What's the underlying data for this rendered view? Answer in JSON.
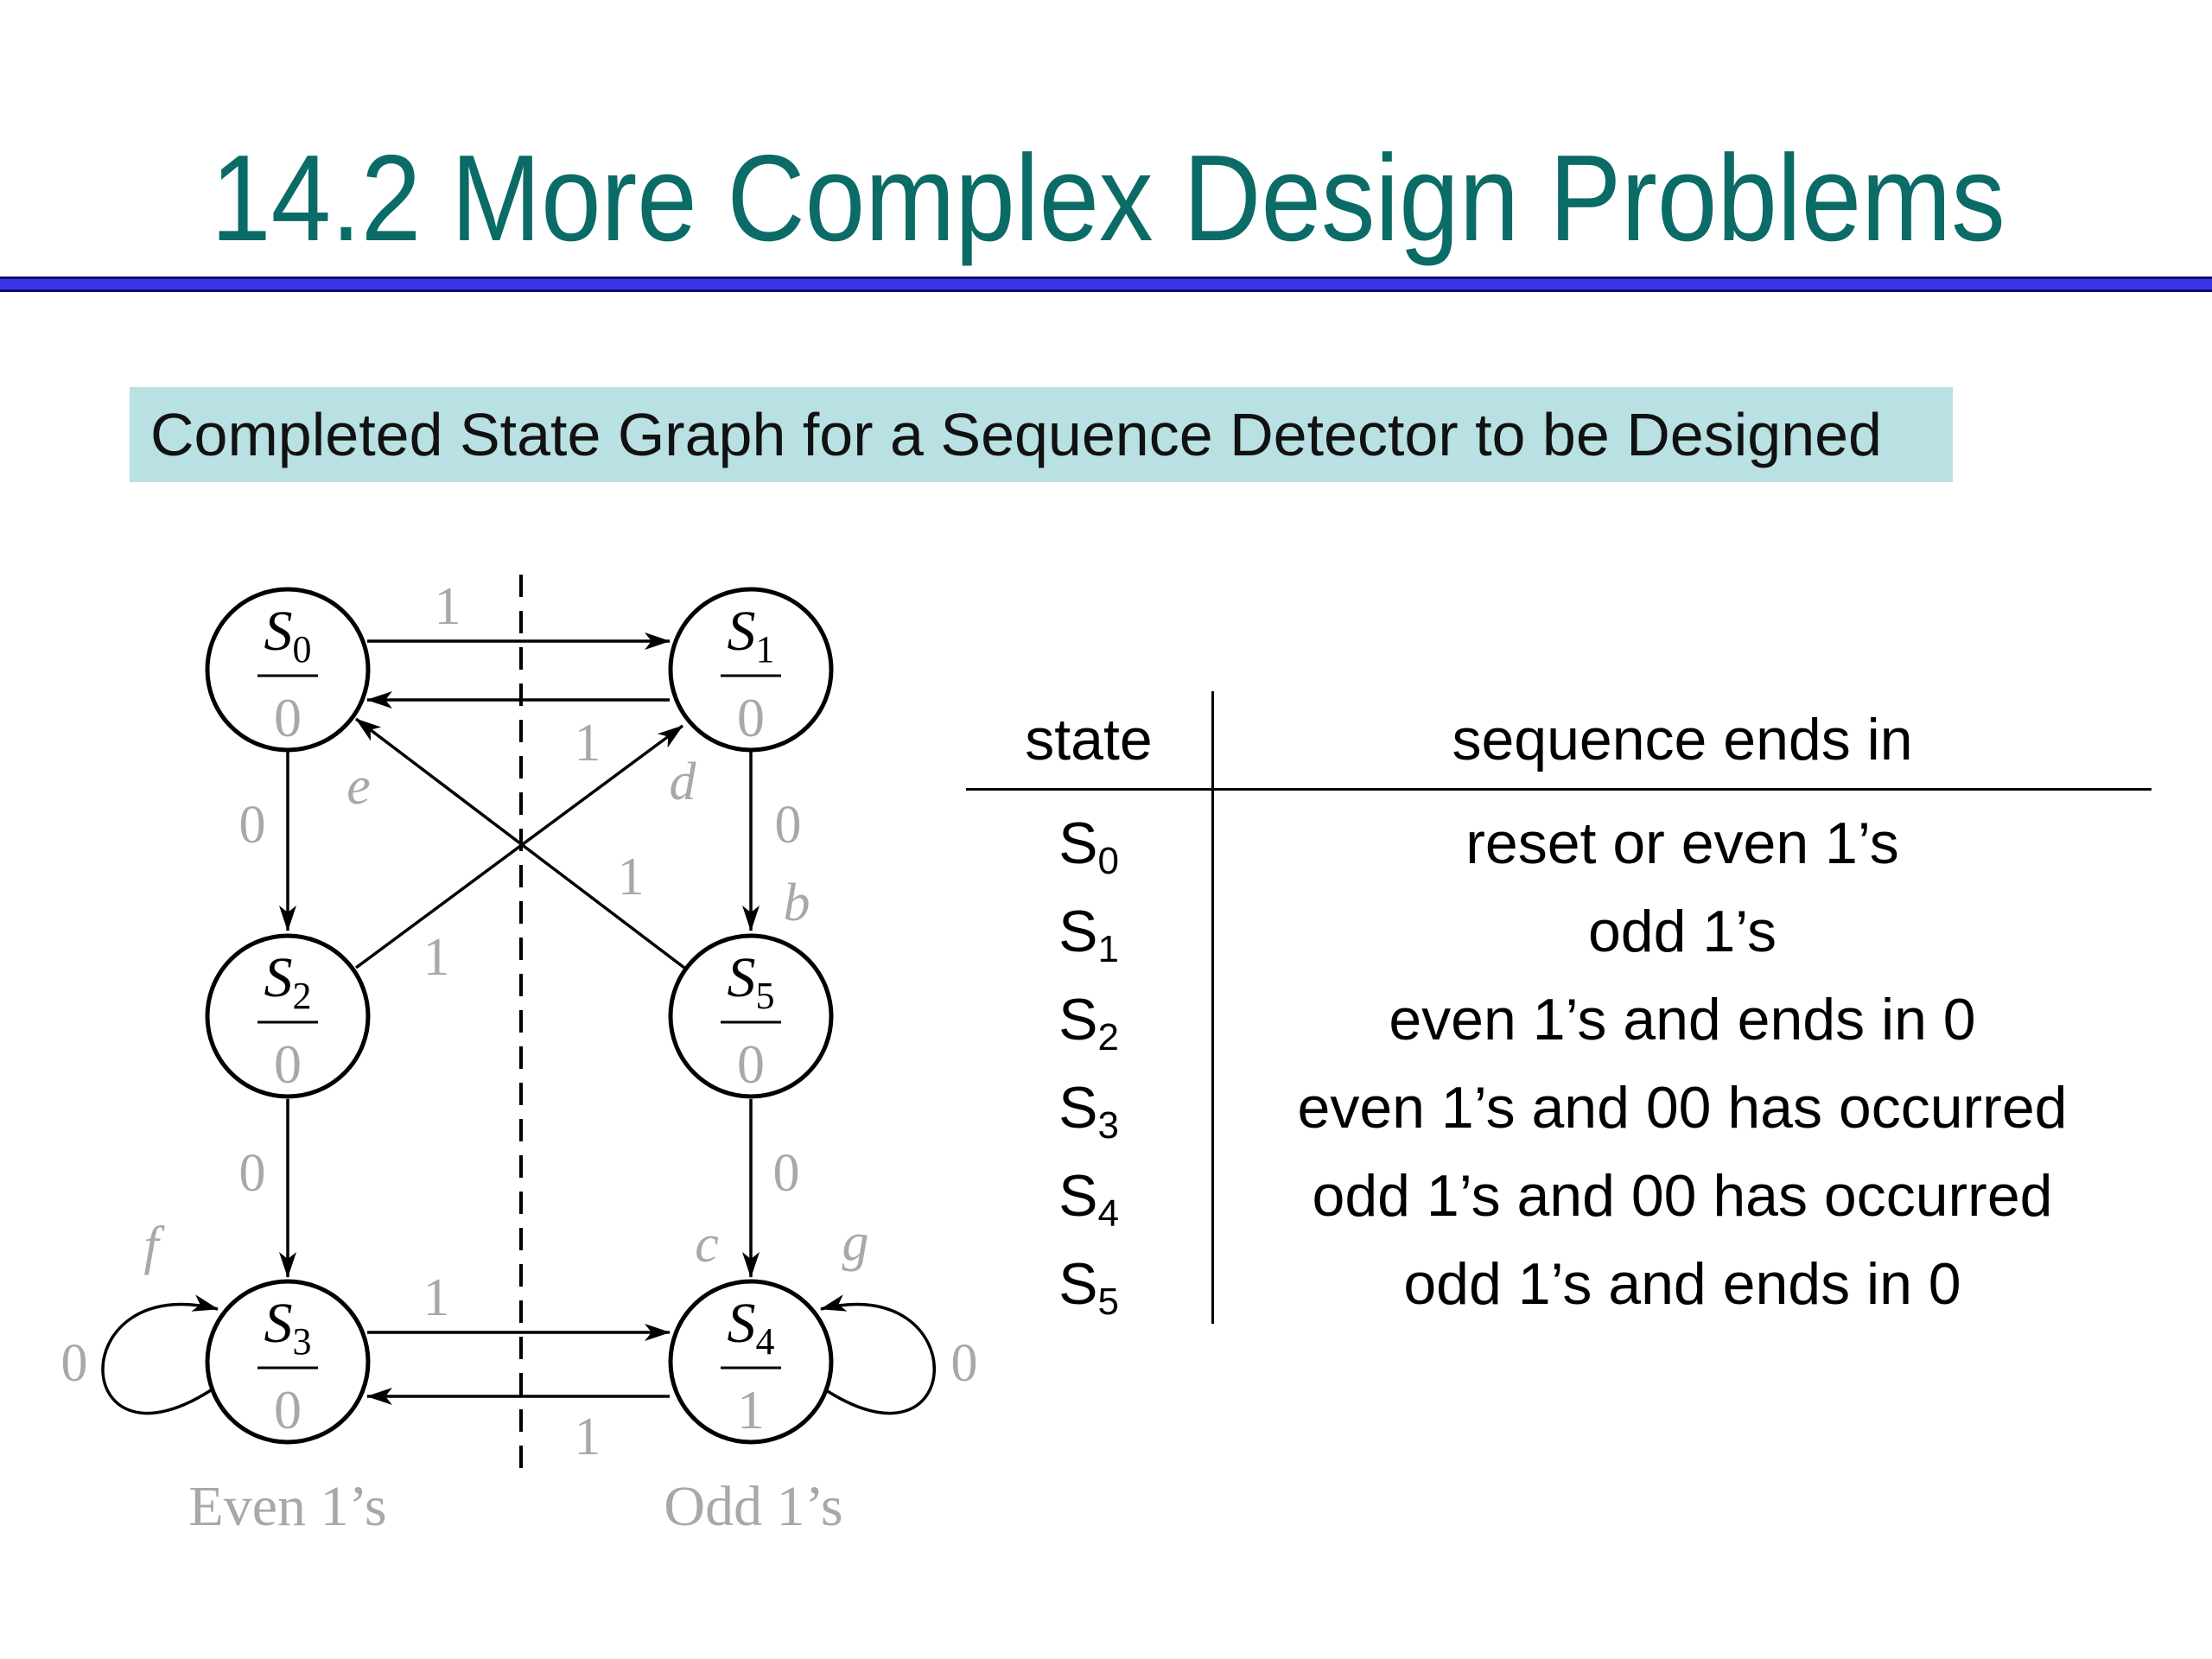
{
  "title": "14.2  More Complex Design Problems",
  "subtitle": "Completed State Graph for a Sequence Detector to be Designed",
  "colors": {
    "title": "#0b6b66",
    "title_rule": "#3a36e8",
    "subtitle_bg": "#b9e0e3",
    "diagram_label": "#a8a8a8"
  },
  "diagram": {
    "states": [
      {
        "name": "S",
        "sub": "0",
        "output": "0"
      },
      {
        "name": "S",
        "sub": "1",
        "output": "0"
      },
      {
        "name": "S",
        "sub": "2",
        "output": "0"
      },
      {
        "name": "S",
        "sub": "5",
        "output": "0"
      },
      {
        "name": "S",
        "sub": "3",
        "output": "0"
      },
      {
        "name": "S",
        "sub": "4",
        "output": "1"
      }
    ],
    "edge_labels": {
      "s0_s1": "1",
      "s1_s0": "1",
      "s2_s1": "1",
      "s5_s0": "1",
      "s0_s2": "0",
      "s1_s5": "0",
      "s2_s3": "0",
      "s5_s4": "0",
      "s3_s4": "1",
      "s4_s3": "1",
      "s3_loop": "0",
      "s4_loop": "0"
    },
    "letters": {
      "b": "b",
      "c": "c",
      "d": "d",
      "e": "e",
      "f": "f",
      "g": "g"
    },
    "group_labels": {
      "left": "Even 1’s",
      "right": "Odd 1’s"
    }
  },
  "table": {
    "header": {
      "state": "state",
      "desc": "sequence ends in"
    },
    "rows": [
      {
        "state": "S",
        "sub": "0",
        "desc": "reset or even 1’s"
      },
      {
        "state": "S",
        "sub": "1",
        "desc": "odd 1’s"
      },
      {
        "state": "S",
        "sub": "2",
        "desc": "even 1’s and ends in 0"
      },
      {
        "state": "S",
        "sub": "3",
        "desc": "even 1’s and 00 has occurred"
      },
      {
        "state": "S",
        "sub": "4",
        "desc": "odd 1’s and 00 has occurred"
      },
      {
        "state": "S",
        "sub": "5",
        "desc": "odd 1’s and ends in 0"
      }
    ]
  }
}
